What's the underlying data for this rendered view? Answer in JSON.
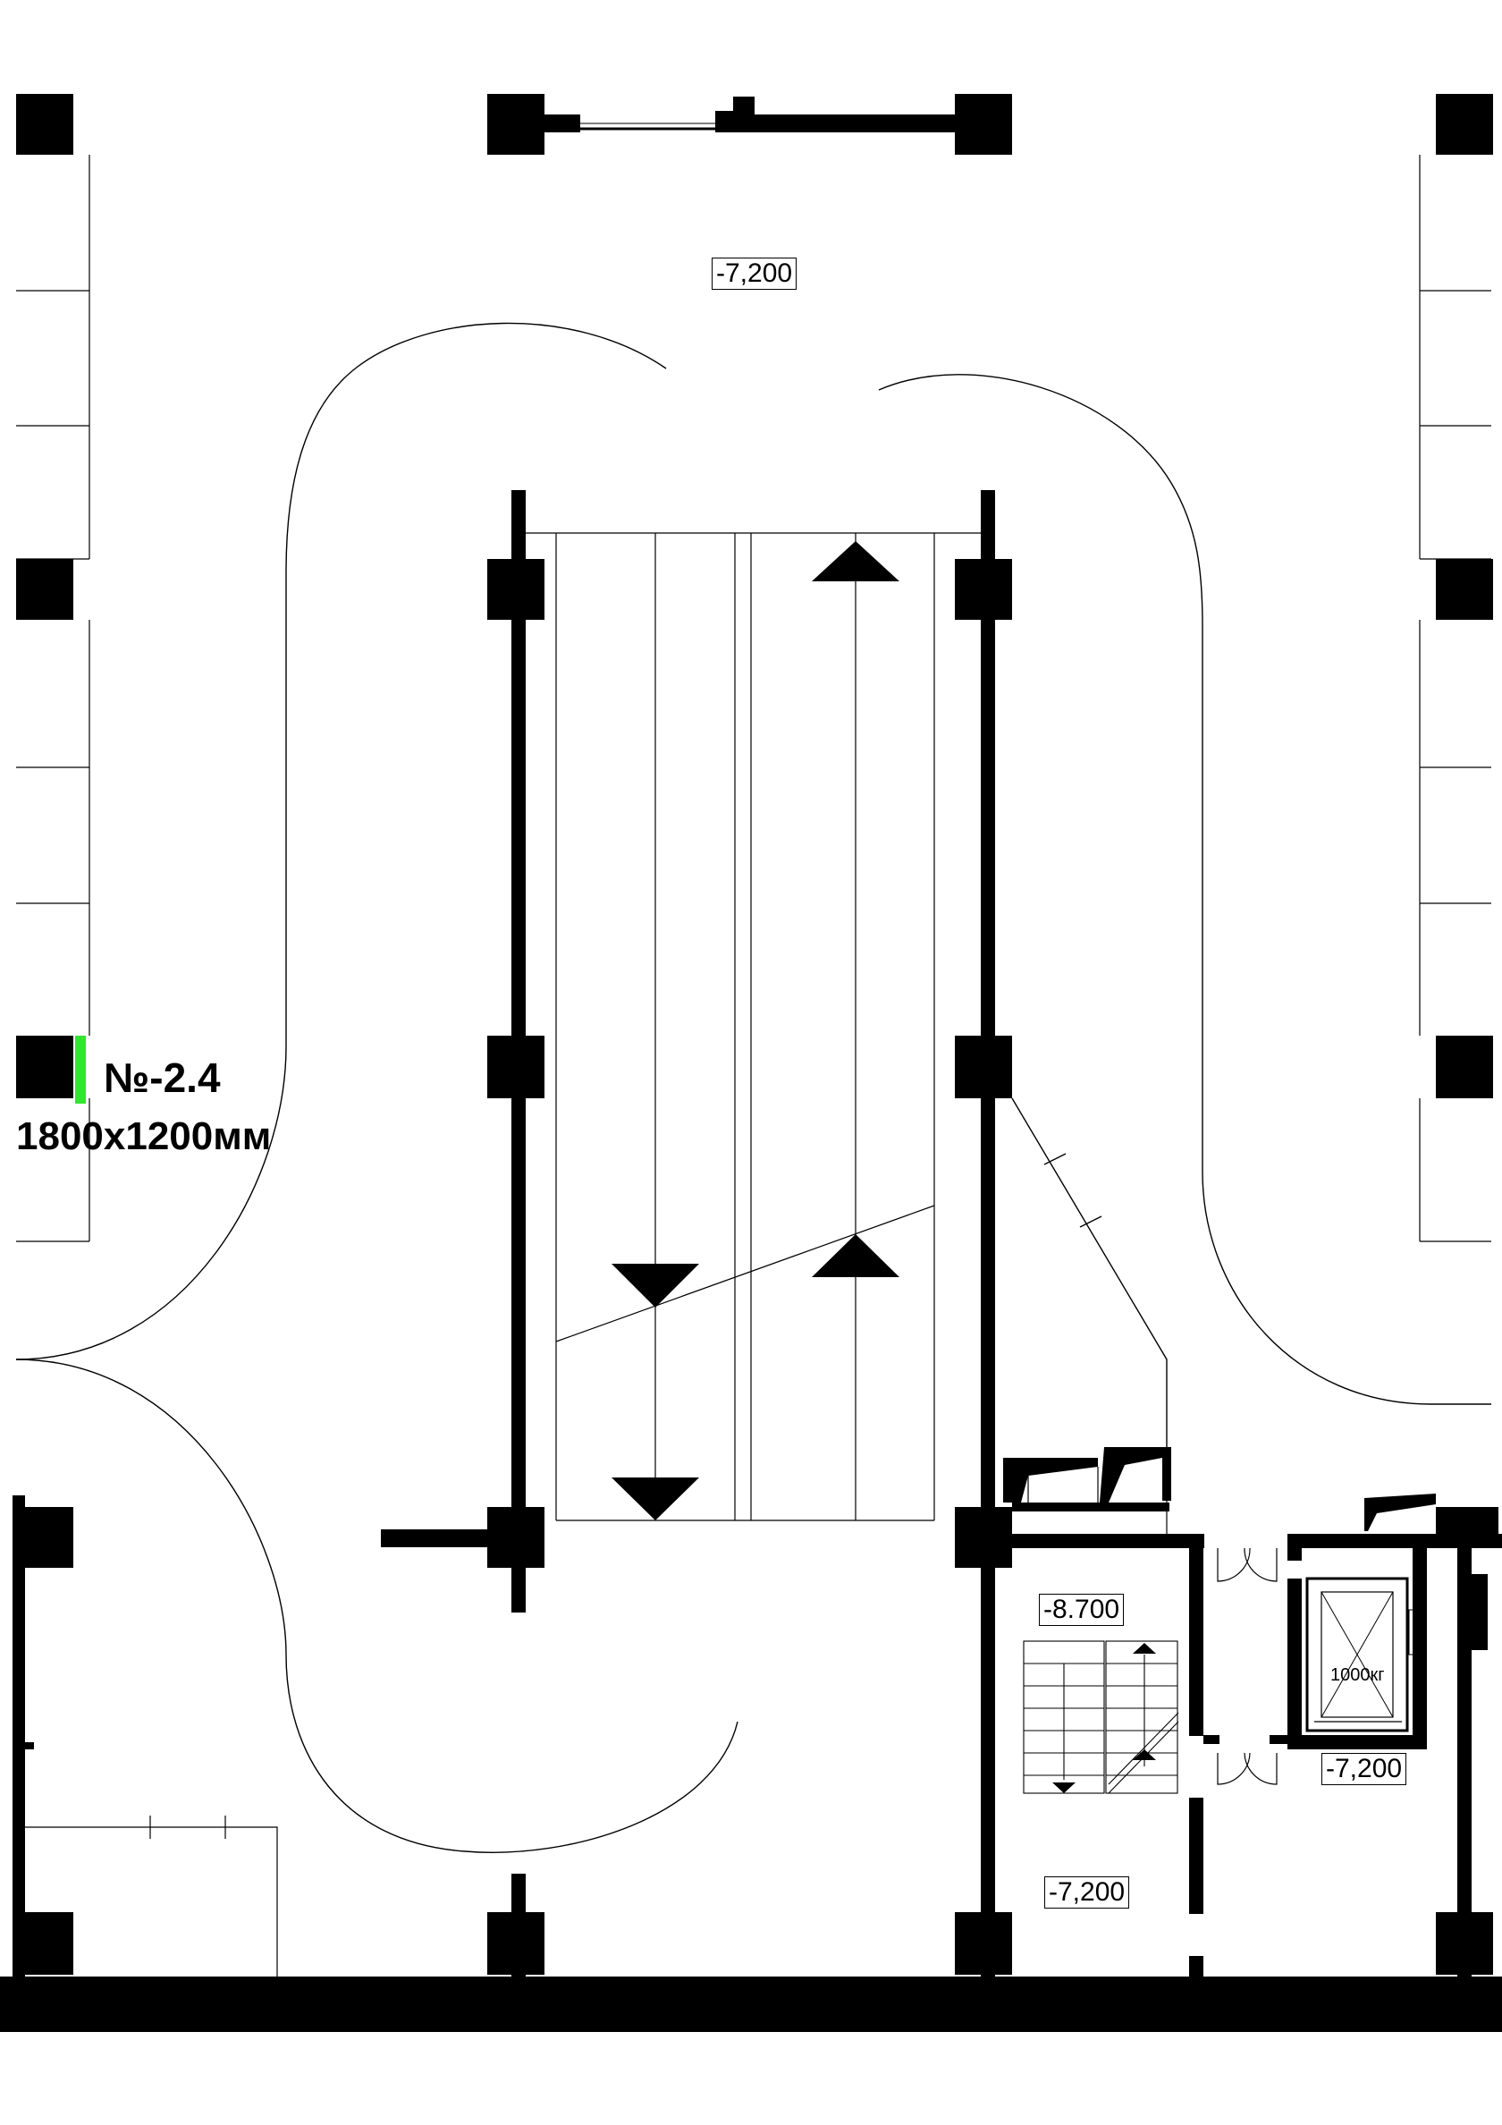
{
  "parking_spot": {
    "number": "№-2.4",
    "size": "1800x1200мм",
    "highlight_color": "#2ee82e"
  },
  "levels": {
    "top": "-7,200",
    "stair": "-8.700",
    "lobby": "-7,200",
    "lift_hall": "-7,200"
  },
  "lift": {
    "capacity": "1000кг"
  },
  "colors": {
    "wall": "#000000",
    "line": "#000000",
    "background": "#ffffff"
  }
}
